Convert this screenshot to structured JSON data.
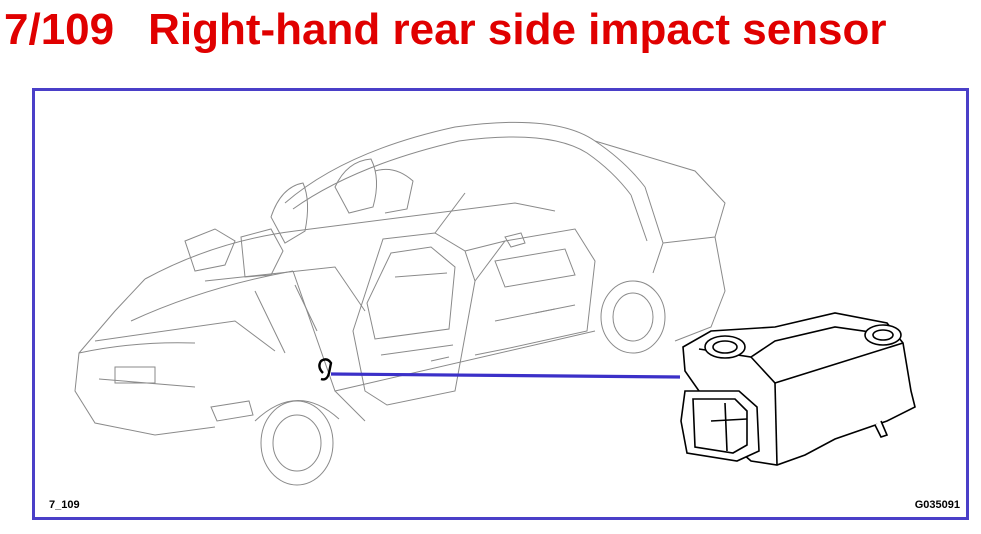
{
  "header": {
    "section_number": "7/109",
    "title": "Right-hand rear side impact sensor"
  },
  "figure": {
    "left_reference": "7_109",
    "right_reference": "G035091",
    "colors": {
      "title": "#e00000",
      "frame": "#4a3fc8",
      "leader_line": "#3b30c8",
      "outline": "#8a8a8a"
    }
  }
}
